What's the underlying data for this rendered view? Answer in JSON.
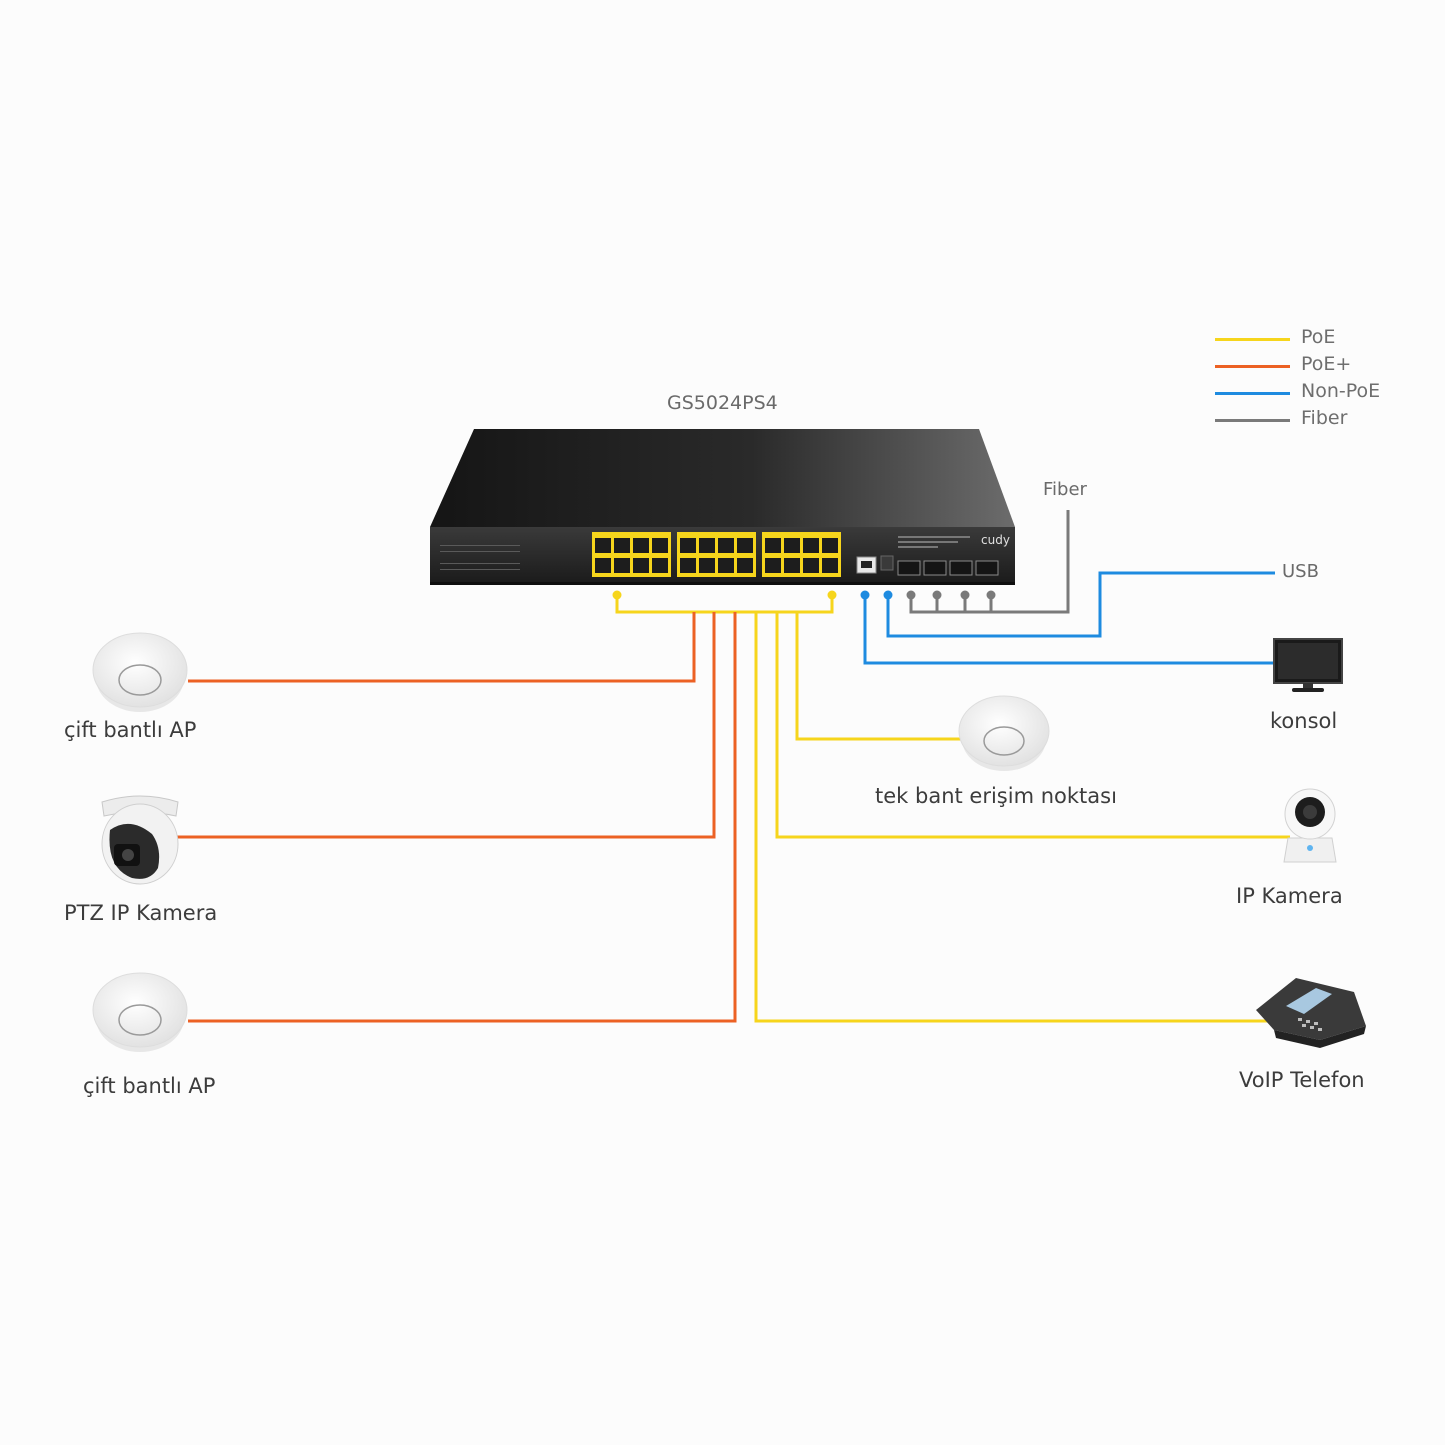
{
  "colors": {
    "poe": "#f6d51c",
    "poe_plus": "#ec6124",
    "non_poe": "#1e8be0",
    "fiber": "#7a7a7a"
  },
  "legend": [
    {
      "label": "PoE",
      "color": "#f6d51c"
    },
    {
      "label": "PoE+",
      "color": "#ec6124"
    },
    {
      "label": "Non-PoE",
      "color": "#1e8be0"
    },
    {
      "label": "Fiber",
      "color": "#7a7a7a"
    }
  ],
  "switch": {
    "model": "GS5024PS4",
    "brand": "cudy",
    "port_count": 24,
    "sfp_count": 4
  },
  "connection_labels": {
    "fiber": "Fiber",
    "usb": "USB"
  },
  "devices": {
    "dual_band_ap_1": {
      "label": "çift bantlı AP",
      "icon": "ceiling-ap-icon"
    },
    "ptz_camera": {
      "label": "PTZ IP Kamera",
      "icon": "dome-camera-icon"
    },
    "dual_band_ap_2": {
      "label": "çift bantlı AP",
      "icon": "ceiling-ap-icon"
    },
    "single_band_ap": {
      "label": "tek bant erişim noktası",
      "icon": "ceiling-ap-icon"
    },
    "console": {
      "label": "konsol",
      "icon": "monitor-icon"
    },
    "ip_camera": {
      "label": "IP Kamera",
      "icon": "home-camera-icon"
    },
    "voip_phone": {
      "label": "VoIP Telefon",
      "icon": "conference-phone-icon"
    }
  }
}
